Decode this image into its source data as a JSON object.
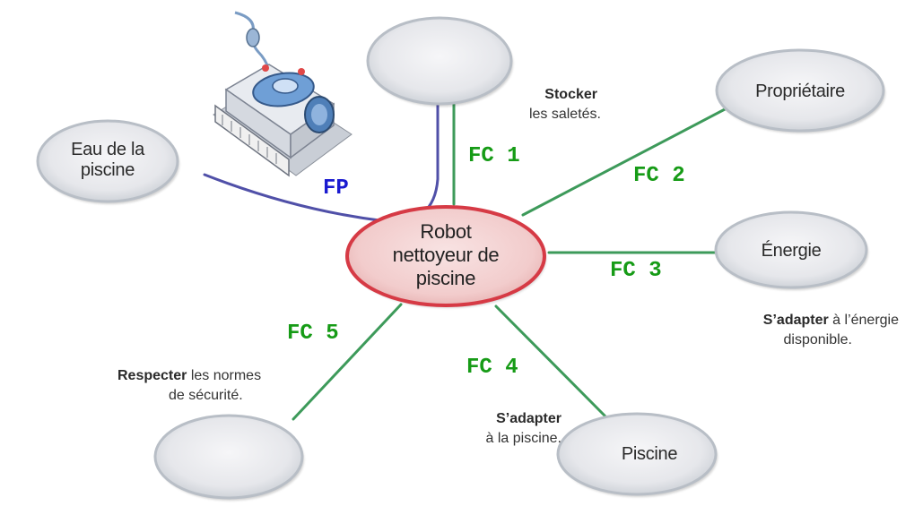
{
  "center": {
    "lines": [
      "Robot",
      "nettoyeur de",
      "piscine"
    ]
  },
  "nodes": {
    "eau": {
      "lines": [
        "Eau de la",
        "piscine"
      ]
    },
    "top": {
      "lines": []
    },
    "proprietaire": {
      "lines": [
        "Propriétaire"
      ]
    },
    "energie": {
      "lines": [
        "Énergie"
      ]
    },
    "piscine": {
      "lines": [
        "Piscine"
      ]
    },
    "bottom_left": {
      "lines": []
    }
  },
  "functions": {
    "fp": "FP",
    "fc1": "FC 1",
    "fc2": "FC 2",
    "fc3": "FC 3",
    "fc4": "FC 4",
    "fc5": "FC 5"
  },
  "annotations": {
    "fc1": {
      "bold": "Stocker",
      "rest": "les saletés."
    },
    "fc3": {
      "bold": "S’adapter",
      "rest_inline": " à l’énergie",
      "rest": "disponible."
    },
    "fc4": {
      "bold": "S’adapter",
      "rest": "à la piscine."
    },
    "fc5": {
      "bold": "Respecter",
      "rest_inline": " les normes",
      "rest": "de sécurité."
    }
  },
  "colors": {
    "fc_green": "#169b16",
    "fp_blue": "#1a1ad0",
    "link_line": "#3d9a5a",
    "fp_line": "#5050a8",
    "center_fill": "#f3d2d2",
    "center_border": "#d63a45",
    "node_fill": "#ececf0",
    "node_border": "#b8bec6"
  },
  "icons": {
    "robot": "pool-cleaning-robot-illustration"
  }
}
